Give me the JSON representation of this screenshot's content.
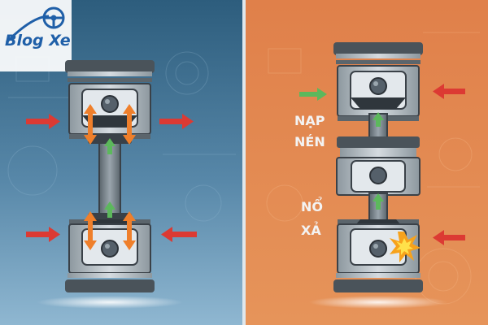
{
  "logo": {
    "text": "Blog Xe",
    "icon": "steering-wheel-icon"
  },
  "labels": {
    "intake_compression_line1": "NẠP",
    "intake_compression_line2": "NÉN",
    "power_exhaust_line1": "NỔ",
    "power_exhaust_line2": "XẢ"
  },
  "colors": {
    "left_panel_top": "#2f6080",
    "left_panel_bottom": "#7fa9c6",
    "right_panel": "#e28a4c",
    "arrow_red": "#dc3a33",
    "arrow_orange": "#ef7f2b",
    "arrow_green": "#5cb85c",
    "metal": "#aab5bd",
    "dark": "#3a4148"
  }
}
